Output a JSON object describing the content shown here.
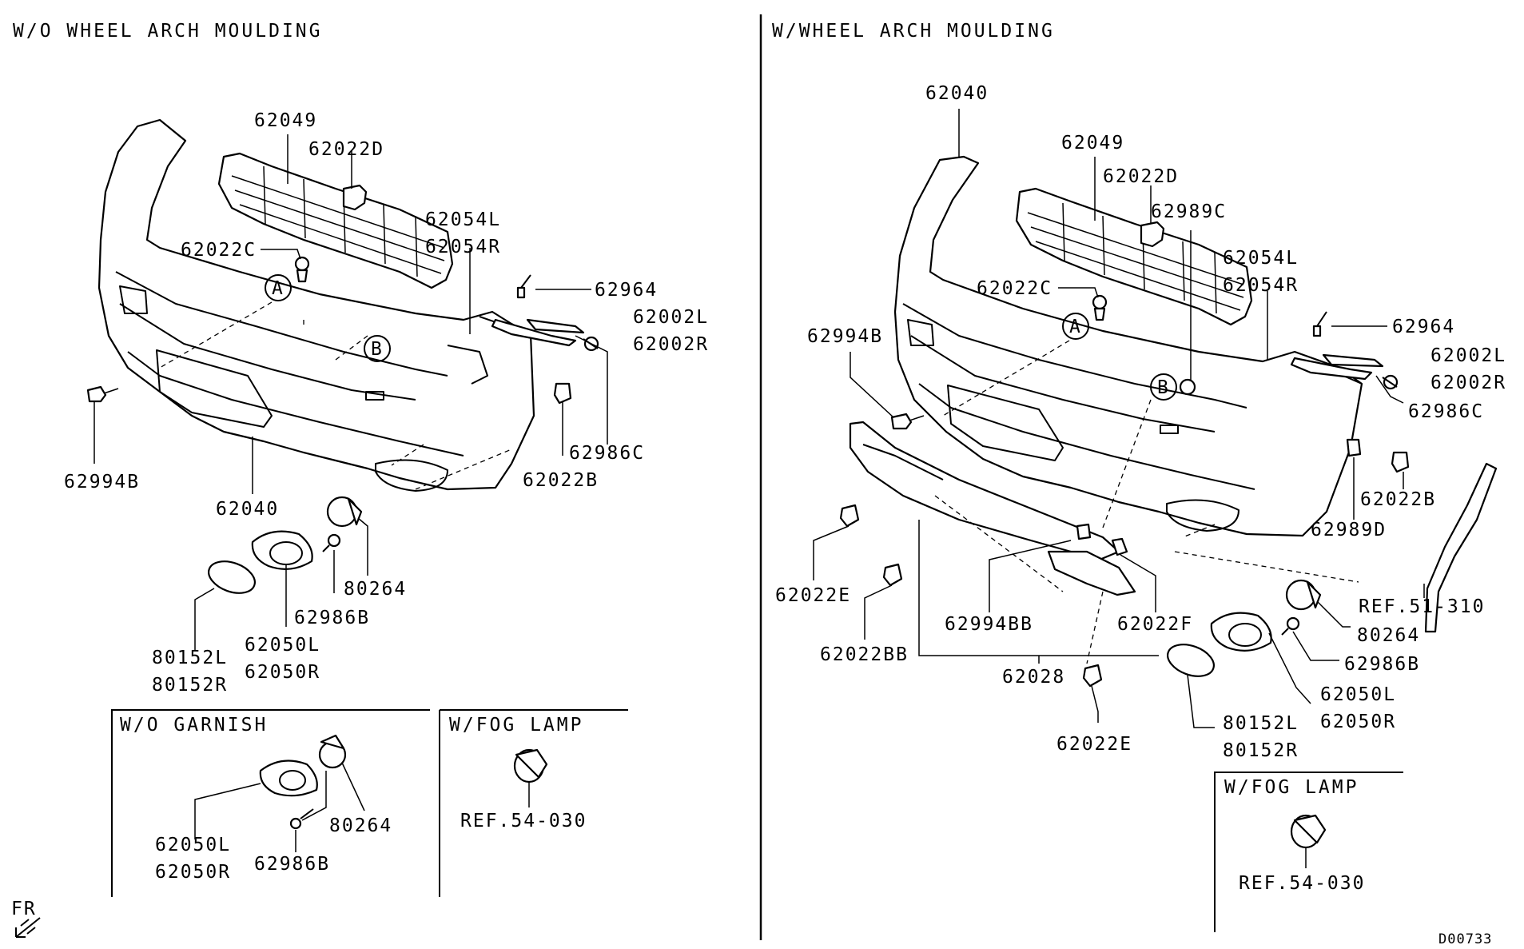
{
  "sections": {
    "left_title": "W/O WHEEL ARCH MOULDING",
    "right_title": "W/WHEEL ARCH MOULDING",
    "wo_garnish_title": "W/O GARNISH",
    "fog_lamp_left_title": "W/FOG LAMP",
    "fog_lamp_right_title": "W/FOG LAMP"
  },
  "left_labels": {
    "p62049": "62049",
    "p62022D": "62022D",
    "p62054L": "62054L",
    "p62054R": "62054R",
    "p62022C": "62022C",
    "p62964": "62964",
    "p62002L": "62002L",
    "p62002R": "62002R",
    "p62994B": "62994B",
    "p62040": "62040",
    "p62986C": "62986C",
    "p62022B": "62022B",
    "p80264": "80264",
    "p62986B": "62986B",
    "p80152L": "80152L",
    "p80152R": "80152R",
    "p62050L": "62050L",
    "p62050R": "62050R",
    "callout_a": "A",
    "callout_b": "B"
  },
  "garnish_labels": {
    "p62050L": "62050L",
    "p62050R": "62050R",
    "p80264": "80264",
    "p62986B": "62986B",
    "ref_left": "REF.54-030"
  },
  "right_labels": {
    "p62040": "62040",
    "p62049": "62049",
    "p62022D": "62022D",
    "p62989C": "62989C",
    "p62054L": "62054L",
    "p62054R": "62054R",
    "p62022C": "62022C",
    "p62964": "62964",
    "p62002L": "62002L",
    "p62002R": "62002R",
    "p62994B": "62994B",
    "p62986C": "62986C",
    "p62022B": "62022B",
    "p62989D": "62989D",
    "p62022E_a": "62022E",
    "p62022BB": "62022BB",
    "p62994BB": "62994BB",
    "p62022F": "62022F",
    "p62028": "62028",
    "p62022E_b": "62022E",
    "ref_51_310": "REF.51-310",
    "p80264": "80264",
    "p62986B": "62986B",
    "p62050L": "62050L",
    "p62050R": "62050R",
    "p80152L": "80152L",
    "p80152R": "80152R",
    "ref_right": "REF.54-030",
    "callout_a": "A",
    "callout_b": "B"
  },
  "footer": {
    "fr_label": "FR",
    "diagram_id": "D00733"
  }
}
